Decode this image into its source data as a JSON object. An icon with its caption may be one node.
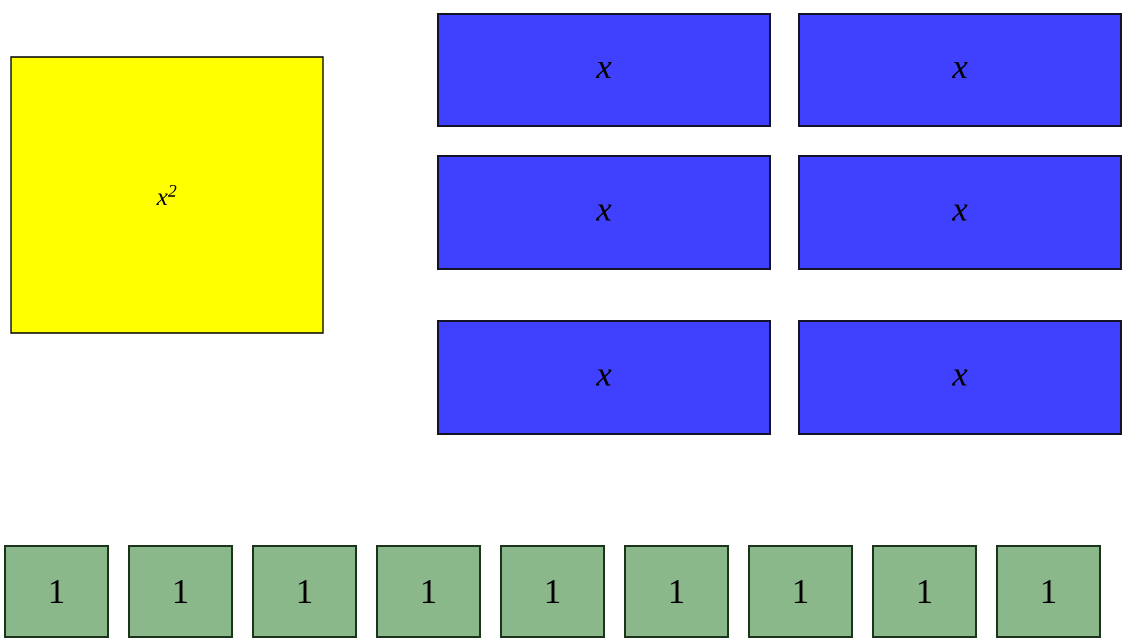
{
  "diagram": {
    "nodes": [
      {
        "text": [
          "x$^{2}$"
        ]
      },
      {
        "text": [
          "x"
        ]
      },
      {
        "text": [
          "x"
        ]
      },
      {
        "text": [
          "x"
        ]
      },
      {
        "text": [
          "x"
        ]
      },
      {
        "text": [
          "x"
        ]
      },
      {
        "text": [
          "x"
        ]
      },
      {
        "text": [
          "1"
        ]
      },
      {
        "text": [
          "1"
        ]
      },
      {
        "text": [
          "1"
        ]
      },
      {
        "text": [
          "1"
        ]
      },
      {
        "text": [
          "1"
        ]
      },
      {
        "text": [
          "1"
        ]
      },
      {
        "text": [
          "1"
        ]
      },
      {
        "text": [
          "1"
        ]
      },
      {
        "text": [
          "1"
        ]
      }
    ]
  }
}
